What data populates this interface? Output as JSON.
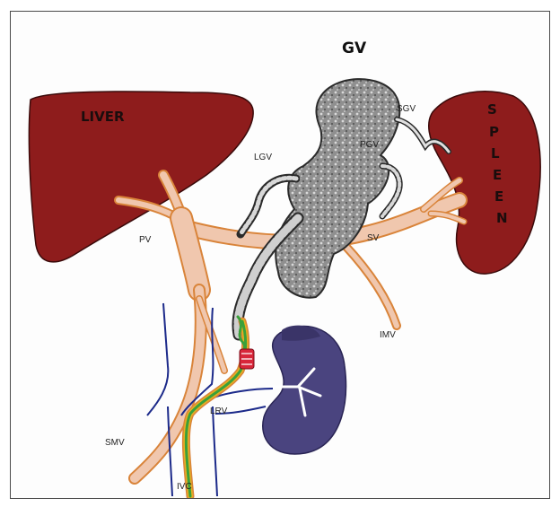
{
  "diagram": {
    "title": "GV",
    "organs": {
      "liver": {
        "label": "LIVER",
        "color": "#8e1c1c"
      },
      "spleen": {
        "label": "SPLEEN",
        "letters": [
          "S",
          "P",
          "L",
          "E",
          "E",
          "N"
        ],
        "color": "#8e1c1c"
      },
      "kidney": {
        "color": "#4a447f"
      }
    },
    "vessel_labels": {
      "sgv": "SGV",
      "pgv": "PGV",
      "lgv": "LGV",
      "pv": "PV",
      "sv": "SV",
      "imv": "IMV",
      "lrv": "LRV",
      "smv": "SMV",
      "ivc": "IVC"
    },
    "colors": {
      "portal_fill": "#f0c7ae",
      "portal_edge": "#d9843a",
      "varix_fill": "#9a9a9a",
      "varix_edge": "#2a2a2a",
      "ivc_outline": "#1c2a8a",
      "shunt_green": "#3aa03a",
      "shunt_yellow": "#e8b020",
      "coil_red": "#d8263a"
    }
  }
}
